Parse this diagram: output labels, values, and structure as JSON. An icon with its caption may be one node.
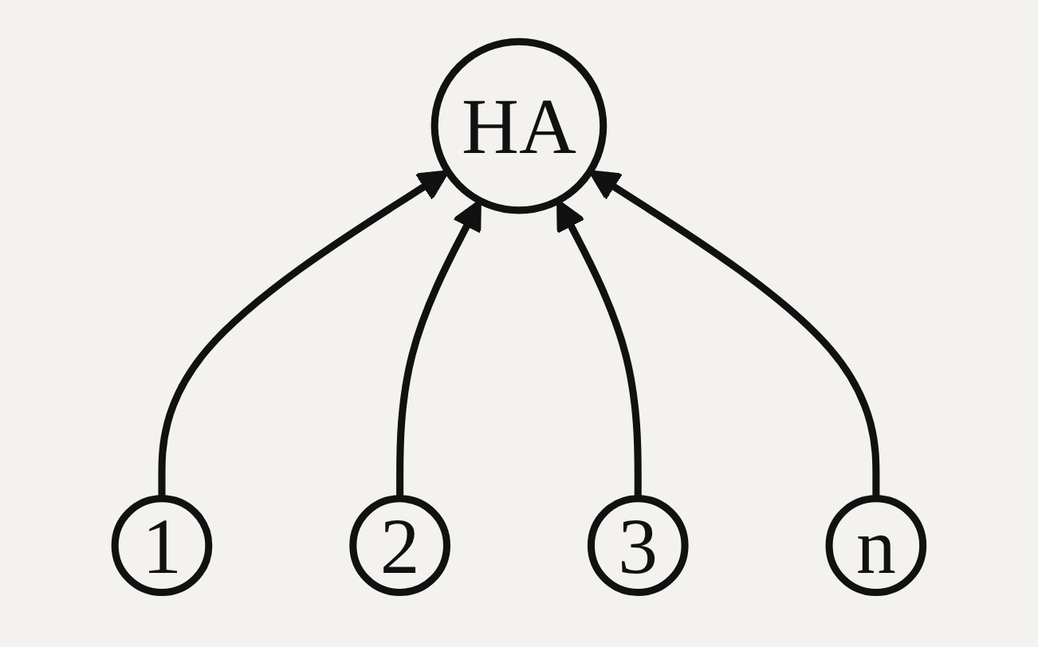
{
  "diagram": {
    "nodes": [
      {
        "text": [
          "HA"
        ]
      },
      {
        "text": [
          "1"
        ]
      },
      {
        "text": [
          "2"
        ]
      },
      {
        "text": [
          "3"
        ]
      },
      {
        "text": [
          "n"
        ]
      }
    ],
    "edges": [
      {
        "from": 1,
        "to": 0,
        "arrow": "to"
      },
      {
        "from": 2,
        "to": 0,
        "arrow": "to"
      },
      {
        "from": 3,
        "to": 0,
        "arrow": "to"
      },
      {
        "from": 4,
        "to": 0,
        "arrow": "to"
      }
    ]
  }
}
